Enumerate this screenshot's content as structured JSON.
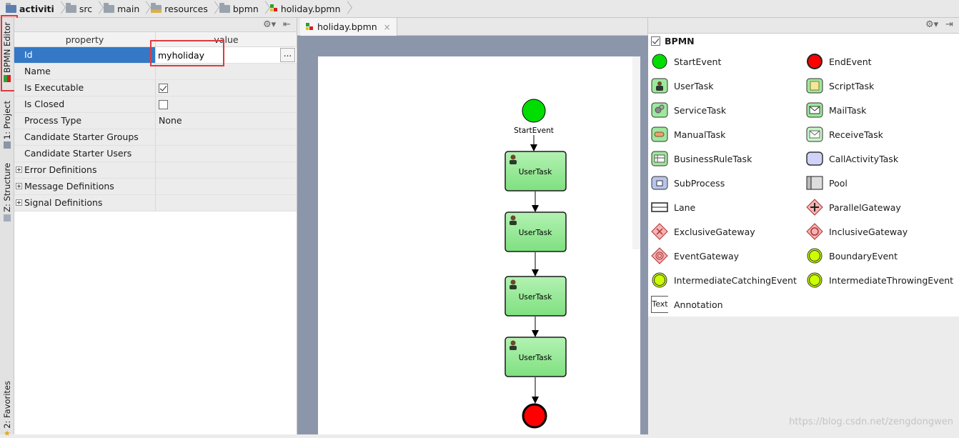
{
  "breadcrumb": {
    "items": [
      {
        "label": "activiti",
        "icon": "project-icon"
      },
      {
        "label": "src",
        "icon": "folder-icon"
      },
      {
        "label": "main",
        "icon": "folder-icon"
      },
      {
        "label": "resources",
        "icon": "resources-folder-icon"
      },
      {
        "label": "bpmn",
        "icon": "folder-icon"
      },
      {
        "label": "holiday.bpmn",
        "icon": "bpmn-file-icon"
      }
    ]
  },
  "toolstrip": {
    "bpmn_editor": "BPMN Editor",
    "project": "1: Project",
    "structure": "Z: Structure",
    "favorites": "2: Favorites"
  },
  "properties": {
    "header": {
      "property": "property",
      "value": "value"
    },
    "id_label": "Id",
    "id_value": "myholiday",
    "browse_label": "...",
    "rows": [
      {
        "label": "Name",
        "value": ""
      },
      {
        "label": "Is Executable",
        "checked": true
      },
      {
        "label": "Is Closed",
        "checked": false
      },
      {
        "label": "Process Type",
        "value": "None"
      },
      {
        "label": "Candidate Starter Groups",
        "value": ""
      },
      {
        "label": "Candidate Starter Users",
        "value": ""
      },
      {
        "label": "Error Definitions",
        "expandable": true
      },
      {
        "label": "Message Definitions",
        "expandable": true
      },
      {
        "label": "Signal Definitions",
        "expandable": true
      }
    ]
  },
  "editor": {
    "tab_label": "holiday.bpmn",
    "diagram": {
      "start_label": "StartEvent",
      "tasks": [
        "UserTask",
        "UserTask",
        "UserTask",
        "UserTask"
      ]
    }
  },
  "palette": {
    "title": "BPMN",
    "items": [
      {
        "label": "StartEvent",
        "icon": "start-event-icon"
      },
      {
        "label": "EndEvent",
        "icon": "end-event-icon"
      },
      {
        "label": "UserTask",
        "icon": "user-task-icon"
      },
      {
        "label": "ScriptTask",
        "icon": "script-task-icon"
      },
      {
        "label": "ServiceTask",
        "icon": "service-task-icon"
      },
      {
        "label": "MailTask",
        "icon": "mail-task-icon"
      },
      {
        "label": "ManualTask",
        "icon": "manual-task-icon"
      },
      {
        "label": "ReceiveTask",
        "icon": "receive-task-icon"
      },
      {
        "label": "BusinessRuleTask",
        "icon": "business-rule-task-icon"
      },
      {
        "label": "CallActivityTask",
        "icon": "call-activity-task-icon"
      },
      {
        "label": "SubProcess",
        "icon": "sub-process-icon"
      },
      {
        "label": "Pool",
        "icon": "pool-icon"
      },
      {
        "label": "Lane",
        "icon": "lane-icon"
      },
      {
        "label": "ParallelGateway",
        "icon": "parallel-gateway-icon"
      },
      {
        "label": "ExclusiveGateway",
        "icon": "exclusive-gateway-icon"
      },
      {
        "label": "InclusiveGateway",
        "icon": "inclusive-gateway-icon"
      },
      {
        "label": "EventGateway",
        "icon": "event-gateway-icon"
      },
      {
        "label": "BoundaryEvent",
        "icon": "boundary-event-icon"
      },
      {
        "label": "IntermediateCatchingEvent",
        "icon": "intermediate-catching-event-icon"
      },
      {
        "label": "IntermediateThrowingEvent",
        "icon": "intermediate-throwing-event-icon"
      },
      {
        "label": "Annotation",
        "icon": "annotation-icon",
        "glyph": "Text"
      }
    ]
  },
  "watermark": "https://blog.csdn.net/zengdongwen",
  "colors": {
    "selection": "#3478c6",
    "highlight": "#e0393e",
    "task_fill": "#90ee90",
    "start": "#00dd00",
    "end": "#ff0000",
    "canvas_bg": "#8c96ab"
  }
}
